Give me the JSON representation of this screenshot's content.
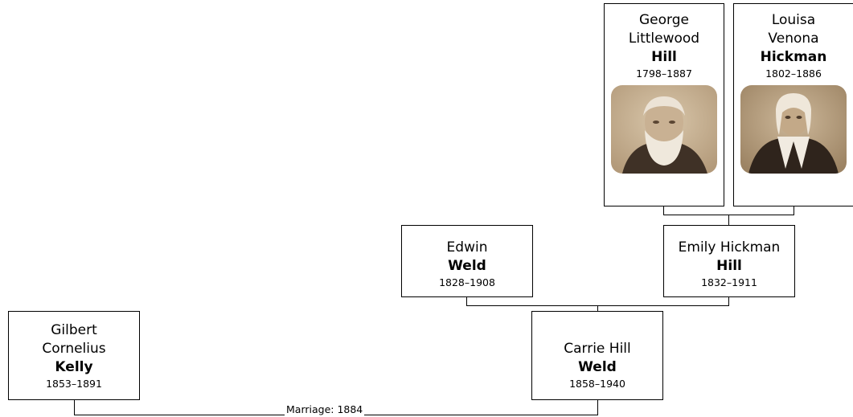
{
  "people": {
    "george": {
      "given": "George Littlewood",
      "surname": "Hill",
      "years": "1798–1887",
      "has_photo": true
    },
    "louisa": {
      "given": "Louisa Venona",
      "surname": "Hickman",
      "years": "1802–1886",
      "has_photo": true
    },
    "edwin": {
      "given": "Edwin",
      "surname": "Weld",
      "years": "1828–1908"
    },
    "emily": {
      "given": "Emily Hickman",
      "surname": "Hill",
      "years": "1832–1911"
    },
    "gilbert": {
      "given": "Gilbert Cornelius",
      "surname": "Kelly",
      "years": "1853–1891"
    },
    "carrie": {
      "given": "Carrie Hill",
      "surname": "Weld",
      "years": "1858–1940"
    }
  },
  "marriage": {
    "label": "Marriage: 1884"
  },
  "colors": {
    "photo_sepia_light": "#d8c6aa",
    "photo_sepia_dark": "#5b4633",
    "line": "#000000"
  }
}
